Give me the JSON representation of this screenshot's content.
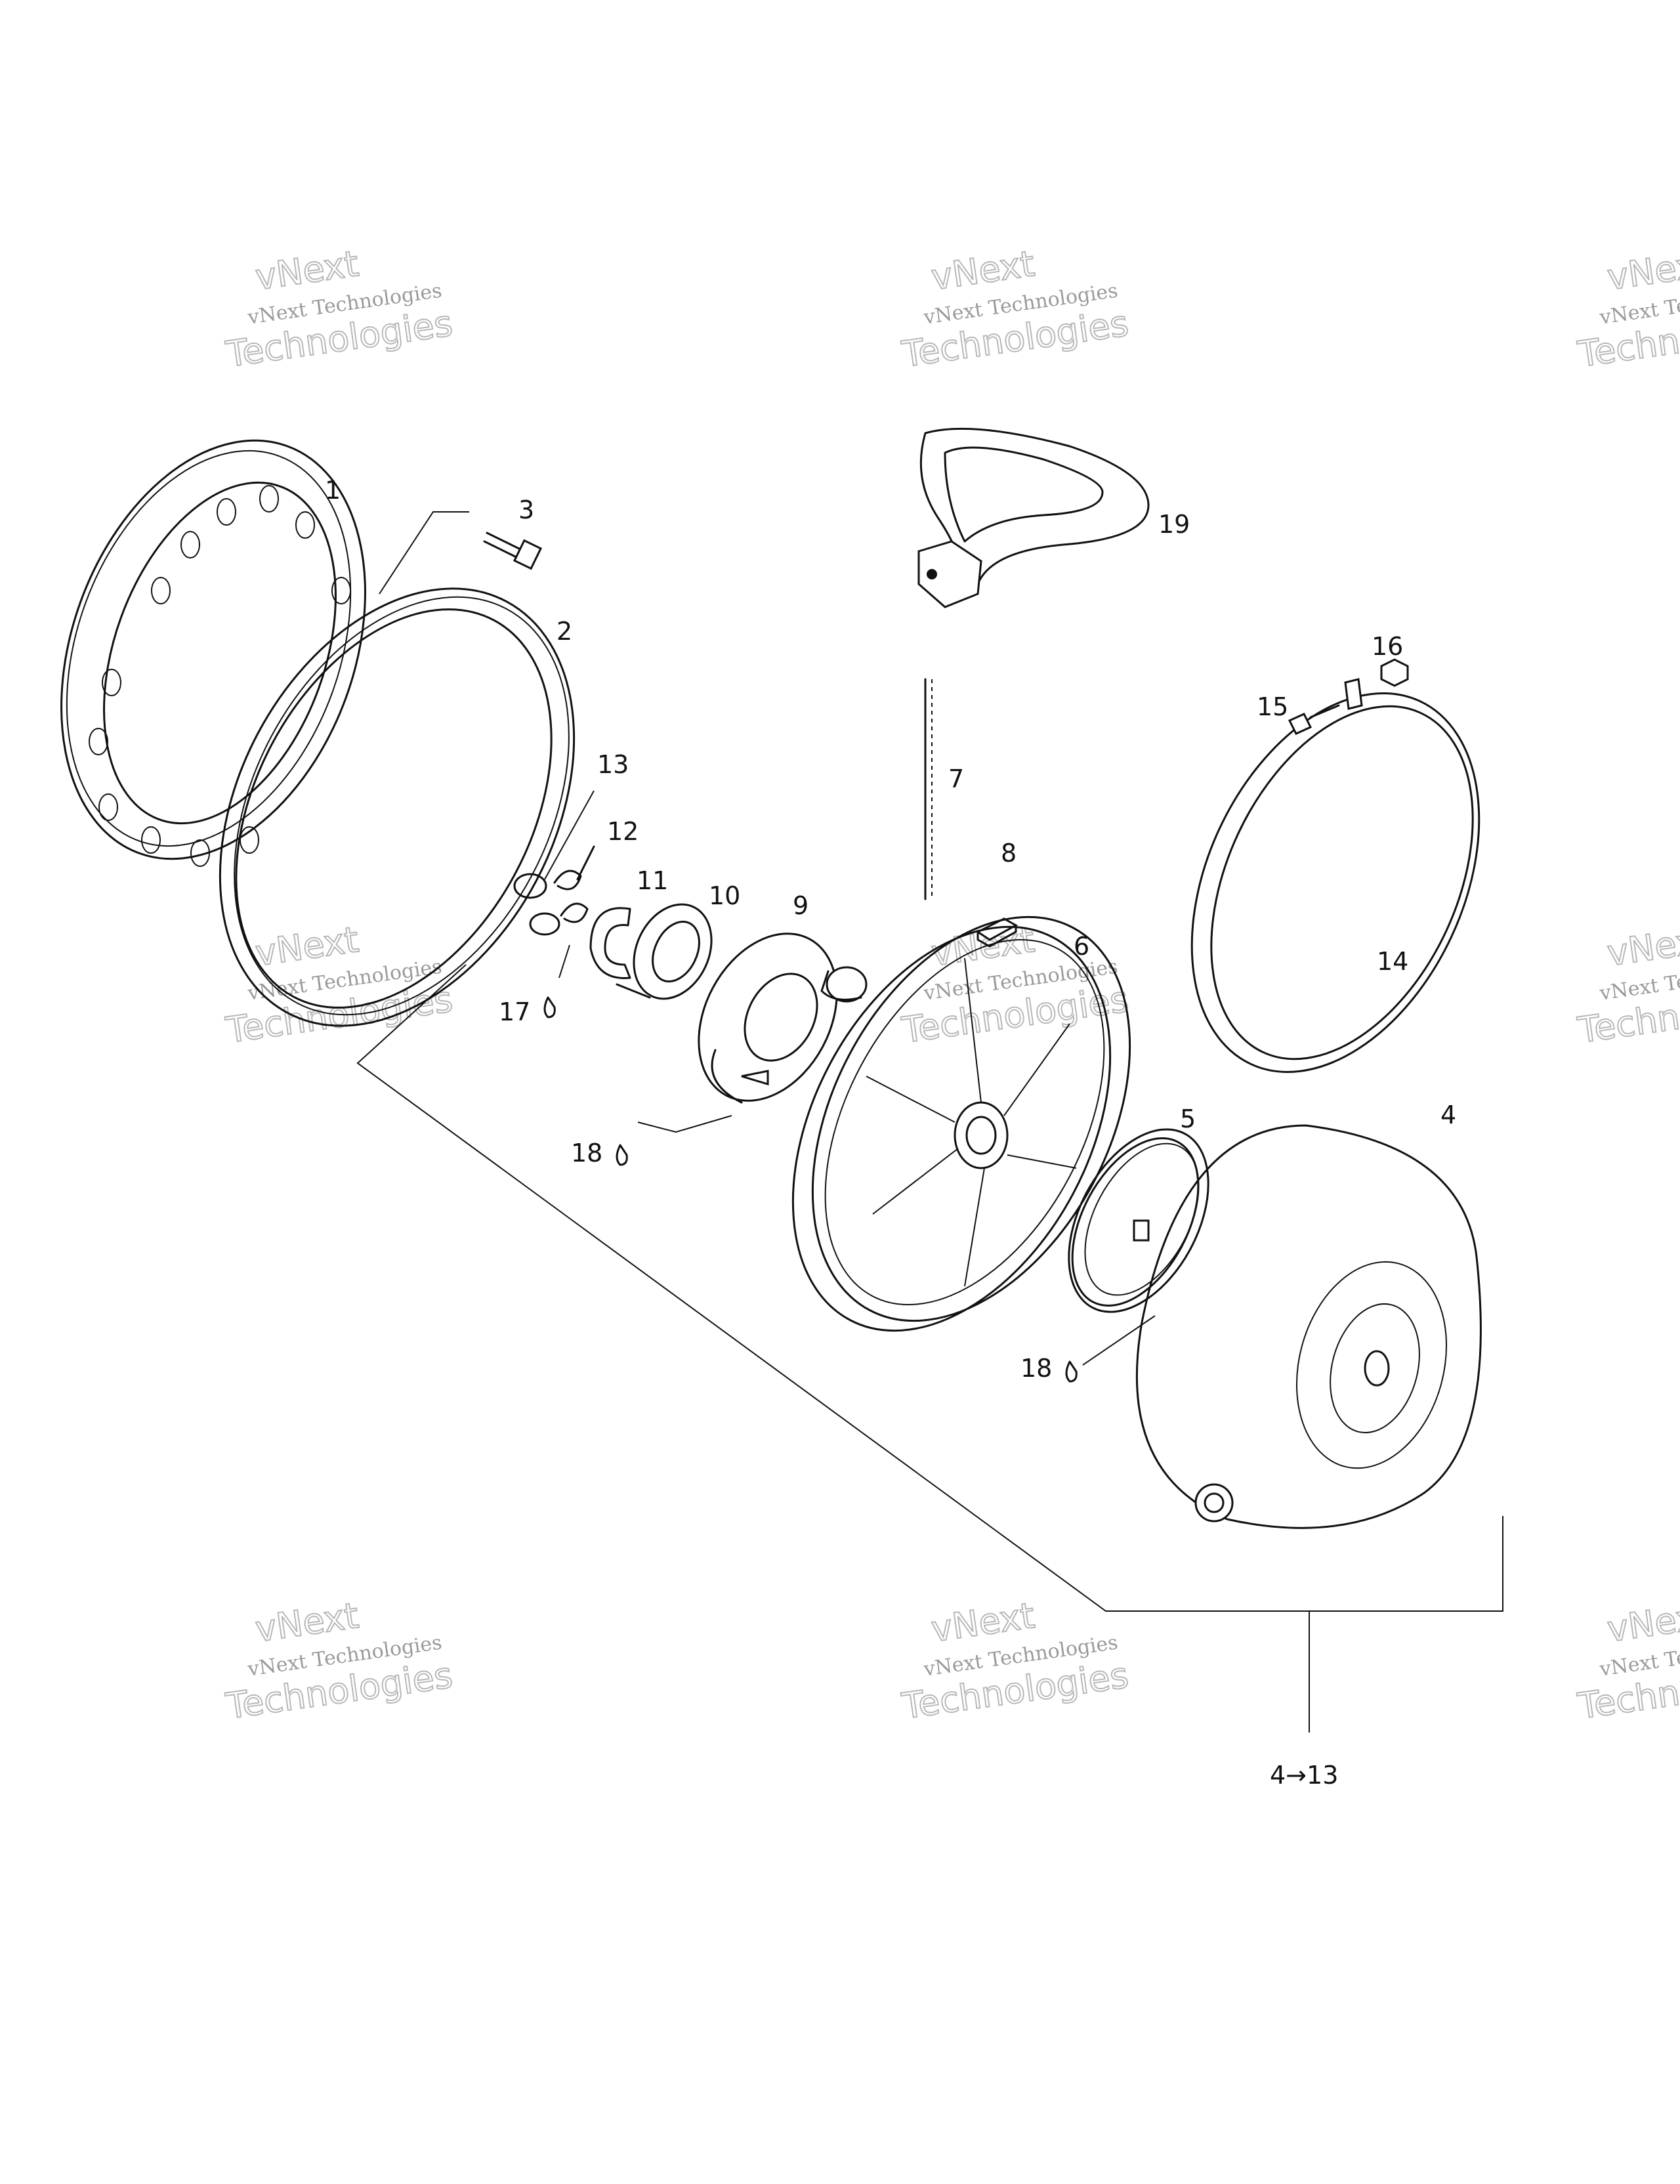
{
  "watermark": {
    "line1": "vNext",
    "line2": "vNext Technologies",
    "line3": "Technologies"
  },
  "labels": {
    "p1": "1",
    "p2": "2",
    "p3": "3",
    "p4": "4",
    "p5": "5",
    "p6": "6",
    "p7": "7",
    "p8": "8",
    "p9": "9",
    "p10": "10",
    "p11": "11",
    "p12": "12",
    "p13": "13",
    "p14": "14",
    "p15": "15",
    "p16": "16",
    "p17": "17",
    "p18a": "18",
    "p18b": "18",
    "p19": "19",
    "assembly": "4→13"
  }
}
